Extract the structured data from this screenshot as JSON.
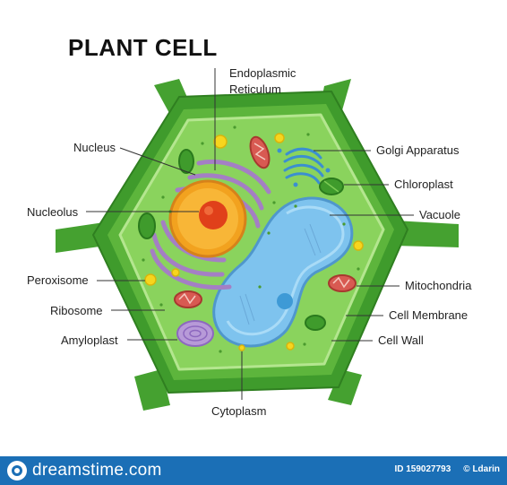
{
  "title": "PLANT CELL",
  "labels": {
    "nucleus": "Nucleus",
    "nucleolus": "Nucleolus",
    "peroxisome": "Peroxisome",
    "ribosome": "Ribosome",
    "amyloplast": "Amyloplast",
    "er_line1": "Endoplasmic",
    "er_line2": "Reticulum",
    "golgi": "Golgi Apparatus",
    "chloroplast": "Chloroplast",
    "vacuole": "Vacuole",
    "mitochondria": "Mitochondria",
    "cell_membrane": "Cell Membrane",
    "cell_wall": "Cell Wall",
    "cytoplasm": "Cytoplasm"
  },
  "footer": {
    "logo_text": "dreamstime.com",
    "image_id": "ID 159027793",
    "author": "© Ldarin"
  },
  "colors": {
    "cell_wall": "#3f9b2c",
    "cell_wall_light": "#6cc04a",
    "cytoplasm": "#8ad35d",
    "vacuole": "#7ec3ee",
    "nucleus": "#f2a21f",
    "nucleolus": "#e0401a",
    "er": "#a47fc4",
    "footer": "#1b6fb6"
  }
}
